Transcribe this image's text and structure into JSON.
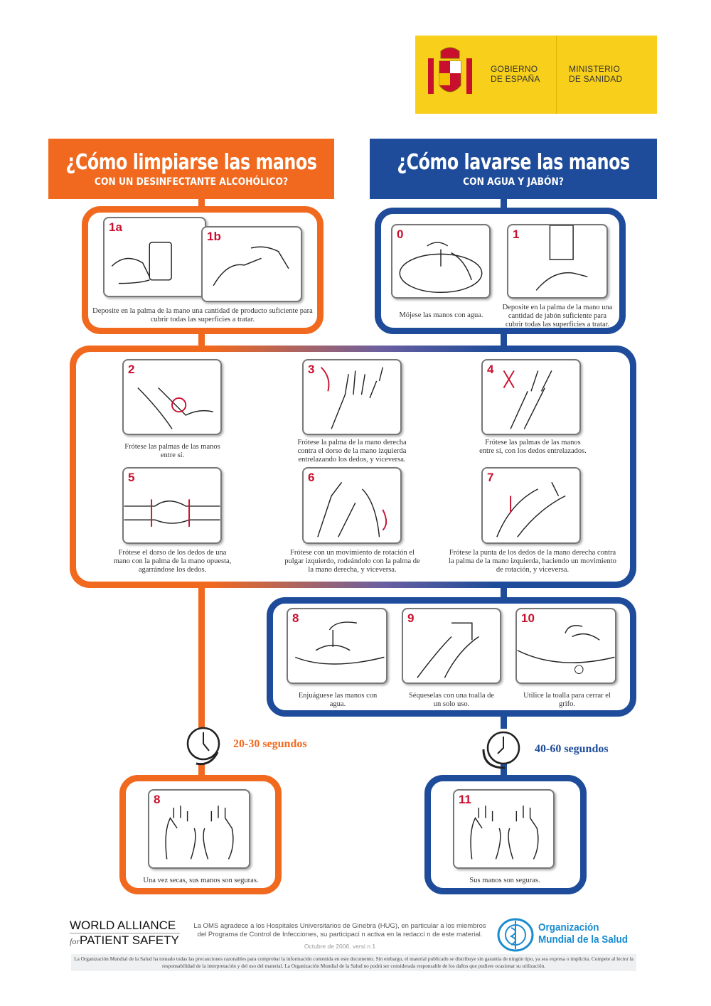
{
  "logo": {
    "gov": "GOBIERNO\nDE ESPAÑA",
    "gov1": "GOBIERNO",
    "gov2": "DE ESPAÑA",
    "min1": "MINISTERIO",
    "min2": "DE SANIDAD"
  },
  "left": {
    "title": "¿Cómo limpiarse las manos",
    "subtitle": "CON UN DESINFECTANTE ALCOHÓLICO?"
  },
  "right": {
    "title": "¿Cómo lavarse las manos",
    "subtitle": "CON AGUA Y JABÓN?"
  },
  "steps": {
    "s1a": {
      "n": "1a"
    },
    "s1b": {
      "n": "1b"
    },
    "s1ab_caption": "Deposite en la palma de la mano una cantidad de producto suficiente para cubrir todas las superficies a tratar.",
    "s0": {
      "n": "0",
      "caption": "Mójese las manos con agua."
    },
    "s1": {
      "n": "1",
      "caption": "Deposite en la palma de la mano una cantidad de jabón suficiente para cubrir todas las superficies a tratar."
    },
    "s2": {
      "n": "2",
      "caption": "Frótese las palmas de las manos entre sí."
    },
    "s3": {
      "n": "3",
      "caption": "Frótese la palma de la mano derecha contra el dorso de la mano izquierda entrelazando los dedos, y viceversa."
    },
    "s4": {
      "n": "4",
      "caption": "Frótese las palmas de las manos entre sí, con los dedos entrelazados."
    },
    "s5": {
      "n": "5",
      "caption": "Frótese el dorso de los dedos de una mano con la palma de la mano opuesta, agarrándose los dedos."
    },
    "s6": {
      "n": "6",
      "caption": "Frótese con un movimiento de rotación el pulgar izquierdo, rodeándolo con la palma de la mano derecha, y viceversa."
    },
    "s7": {
      "n": "7",
      "caption": "Frótese la punta de los dedos de la mano derecha contra la palma de la mano izquierda, haciendo un movimiento de rotación, y viceversa."
    },
    "s8": {
      "n": "8",
      "caption": "Enjuáguese las manos con agua."
    },
    "s9": {
      "n": "9",
      "caption": "Séqueselas con una toalla de un solo uso."
    },
    "s10": {
      "n": "10",
      "caption": "Utilice la toalla para cerrar el grifo."
    },
    "s8b": {
      "n": "8",
      "caption": "Una vez secas, sus manos son seguras."
    },
    "s11": {
      "n": "11",
      "caption": "Sus manos son seguras."
    }
  },
  "timers": {
    "left": "20-30 segundos",
    "right": "40-60 segundos"
  },
  "footer": {
    "alliance1": "WORLD ALLIANCE",
    "alliance_for": "for",
    "alliance2": "PATIENT SAFETY",
    "thanks": "La OMS agradece a los Hospitales Universitarios de Ginebra (HUG), en particular a los miembros del Programa de Control de Infecciones, su participaci n activa en la redacci n de este material.",
    "date": "Octubre de 2006, versi n 1",
    "who1": "Organización",
    "who2": "Mundial de la Salud",
    "disclaimer": "La Organización Mundial de la Salud ha tomado todas las precauciones razonables para comprobar la información contenida en este documento. Sin embargo, el material publicado se distribuye sin garantía de ningún tipo, ya sea expresa o implícita. Compete al lector la responsabilidad de la interpretación y del uso del material. La Organización Mundial de la Salud no podrá ser considerada responsable de los daños que pudiere ocasionar su utilización."
  },
  "colors": {
    "orange": "#f0691f",
    "blue": "#1e4c9a",
    "yellow": "#f8d01c",
    "step_number": "#c8102e"
  }
}
